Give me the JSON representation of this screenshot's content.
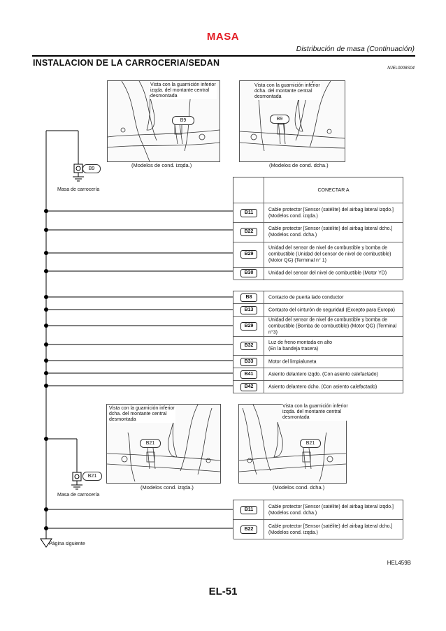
{
  "header": {
    "title": "MASA",
    "subtitle": "Distribución de masa (Continuación)",
    "section": "INSTALACION DE LA CARROCERIA/SEDAN",
    "ref_code": "NJEL0008S04"
  },
  "top": {
    "left_view": {
      "label_lines": [
        "Vista con la guarnición inferior",
        "izqda. del montante central",
        "desmontada"
      ],
      "connector": "B9",
      "caption": "(Modelos de cond. izqda.)"
    },
    "right_view": {
      "label_lines": [
        "Vista con la guarnición inferior",
        "dcha. del montante central",
        "desmontada"
      ],
      "connector": "B9",
      "caption": "(Modelos de cond. dcha.)"
    },
    "ground_connector": "B9",
    "ground_label": "Masa de carrocería"
  },
  "table1": {
    "header": "CONECTAR A",
    "rows": [
      {
        "code": "B11",
        "lines": [
          "Cable protector [Sensor (satélite) del airbag lateral izqdo.]",
          "(Modelos cond. izqda.)"
        ]
      },
      {
        "code": "B22",
        "lines": [
          "Cable protector [Sensor (satélite) del airbag lateral dcho.]",
          "(Modelos cond. dcha.)"
        ]
      },
      {
        "code": "B29",
        "lines": [
          "Unidad del sensor de nivel de combustible y bomba de",
          "combustible (Unidad del sensor de nivel de combustible)",
          "(Motor QG) (Terminal n° 1)"
        ]
      },
      {
        "code": "B30",
        "lines": [
          "Unidad del sensor del nivel de combustible (Motor YD)"
        ]
      }
    ]
  },
  "table2": {
    "rows": [
      {
        "code": "B8",
        "lines": [
          "Contacto de puerta lado conductor"
        ]
      },
      {
        "code": "B13",
        "lines": [
          "Contacto del cinturón de seguridad (Excepto para Europa)"
        ]
      },
      {
        "code": "B29",
        "lines": [
          "Unidad del sensor de nivel de combustible y bomba de",
          "combustible (Bomba de combustible) (Motor QG) (Terminal n°3)"
        ]
      },
      {
        "code": "B32",
        "lines": [
          "Luz de freno montada en alto",
          "(En la bandeja trasera)"
        ]
      },
      {
        "code": "B33",
        "lines": [
          "Motor del limpialuneta"
        ]
      },
      {
        "code": "B41",
        "lines": [
          "Asiento delantero izqdo.  (Con asiento calefactado)"
        ]
      },
      {
        "code": "B42",
        "lines": [
          "Asiento delantero dcho.  (Con asiento calefactado)"
        ]
      }
    ]
  },
  "bottom": {
    "left_view": {
      "label_lines": [
        "Vista con la guarnición inferior",
        "dcha. del montante central",
        "desmontada"
      ],
      "connector": "B21",
      "caption": "(Modelos cond. izqda.)"
    },
    "right_view": {
      "label_lines": [
        "Vista con la guarnición inferior",
        "izqda. del montante central",
        "desmontada"
      ],
      "connector": "B21",
      "caption": "(Modelos cond. dcha.)"
    },
    "ground_connector": "B21",
    "ground_label": "Masa de carrocería"
  },
  "table3": {
    "rows": [
      {
        "code": "B11",
        "lines": [
          "Cable protector [Sensor (satélite) del airbag lateral izqdo.]",
          "(Modelos cond. dcha.)"
        ]
      },
      {
        "code": "B22",
        "lines": [
          "Cable protector [Sensor (satélite) del airbag lateral dcho.]",
          "(Modelos cond. izqda.)"
        ]
      }
    ]
  },
  "next_page_label": "Página siguiente",
  "figure_code": "HEL459B",
  "page_number": "EL-51",
  "colors": {
    "title_red": "#e31b23",
    "line": "#000000"
  }
}
